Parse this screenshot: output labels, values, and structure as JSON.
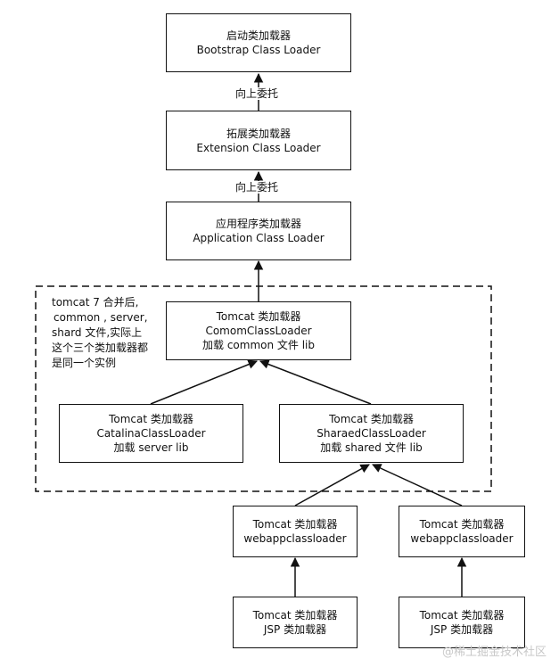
{
  "nodes": {
    "bootstrap": {
      "line1": "启动类加载器",
      "line2": "Bootstrap Class Loader"
    },
    "extension": {
      "line1": "拓展类加载器",
      "line2": "Extension Class Loader"
    },
    "application": {
      "line1": "应用程序类加载器",
      "line2": "Application Class Loader"
    },
    "common": {
      "line1": "Tomcat 类加载器",
      "line2": "ComomClassLoader",
      "line3": "加载 common 文件 lib"
    },
    "catalina": {
      "line1": "Tomcat 类加载器",
      "line2": "CatalinaClassLoader",
      "line3": "加载 server lib"
    },
    "shared": {
      "line1": "Tomcat 类加载器",
      "line2": "SharaedClassLoader",
      "line3": "加载 shared 文件 lib"
    },
    "webapp1": {
      "line1": "Tomcat 类加载器",
      "line2": "webappclassloader"
    },
    "webapp2": {
      "line1": "Tomcat 类加载器",
      "line2": "webappclassloader"
    },
    "jsp1": {
      "line1": "Tomcat 类加载器",
      "line2": "JSP 类加载器"
    },
    "jsp2": {
      "line1": "Tomcat 类加载器",
      "line2": "JSP 类加载器"
    }
  },
  "edge_labels": {
    "ext_to_boot": "向上委托",
    "app_to_ext": "向上委托"
  },
  "note": {
    "line1": "tomcat 7 合并后,",
    "line2": "common , server,",
    "line3": "shard 文件,实际上",
    "line4": "这个三个类加载器都",
    "line5": "是同一个实例"
  },
  "watermark": "@稀土掘金技术社区",
  "colors": {
    "stroke": "#111111",
    "background": "#ffffff",
    "watermark": "#c8c8c8"
  }
}
